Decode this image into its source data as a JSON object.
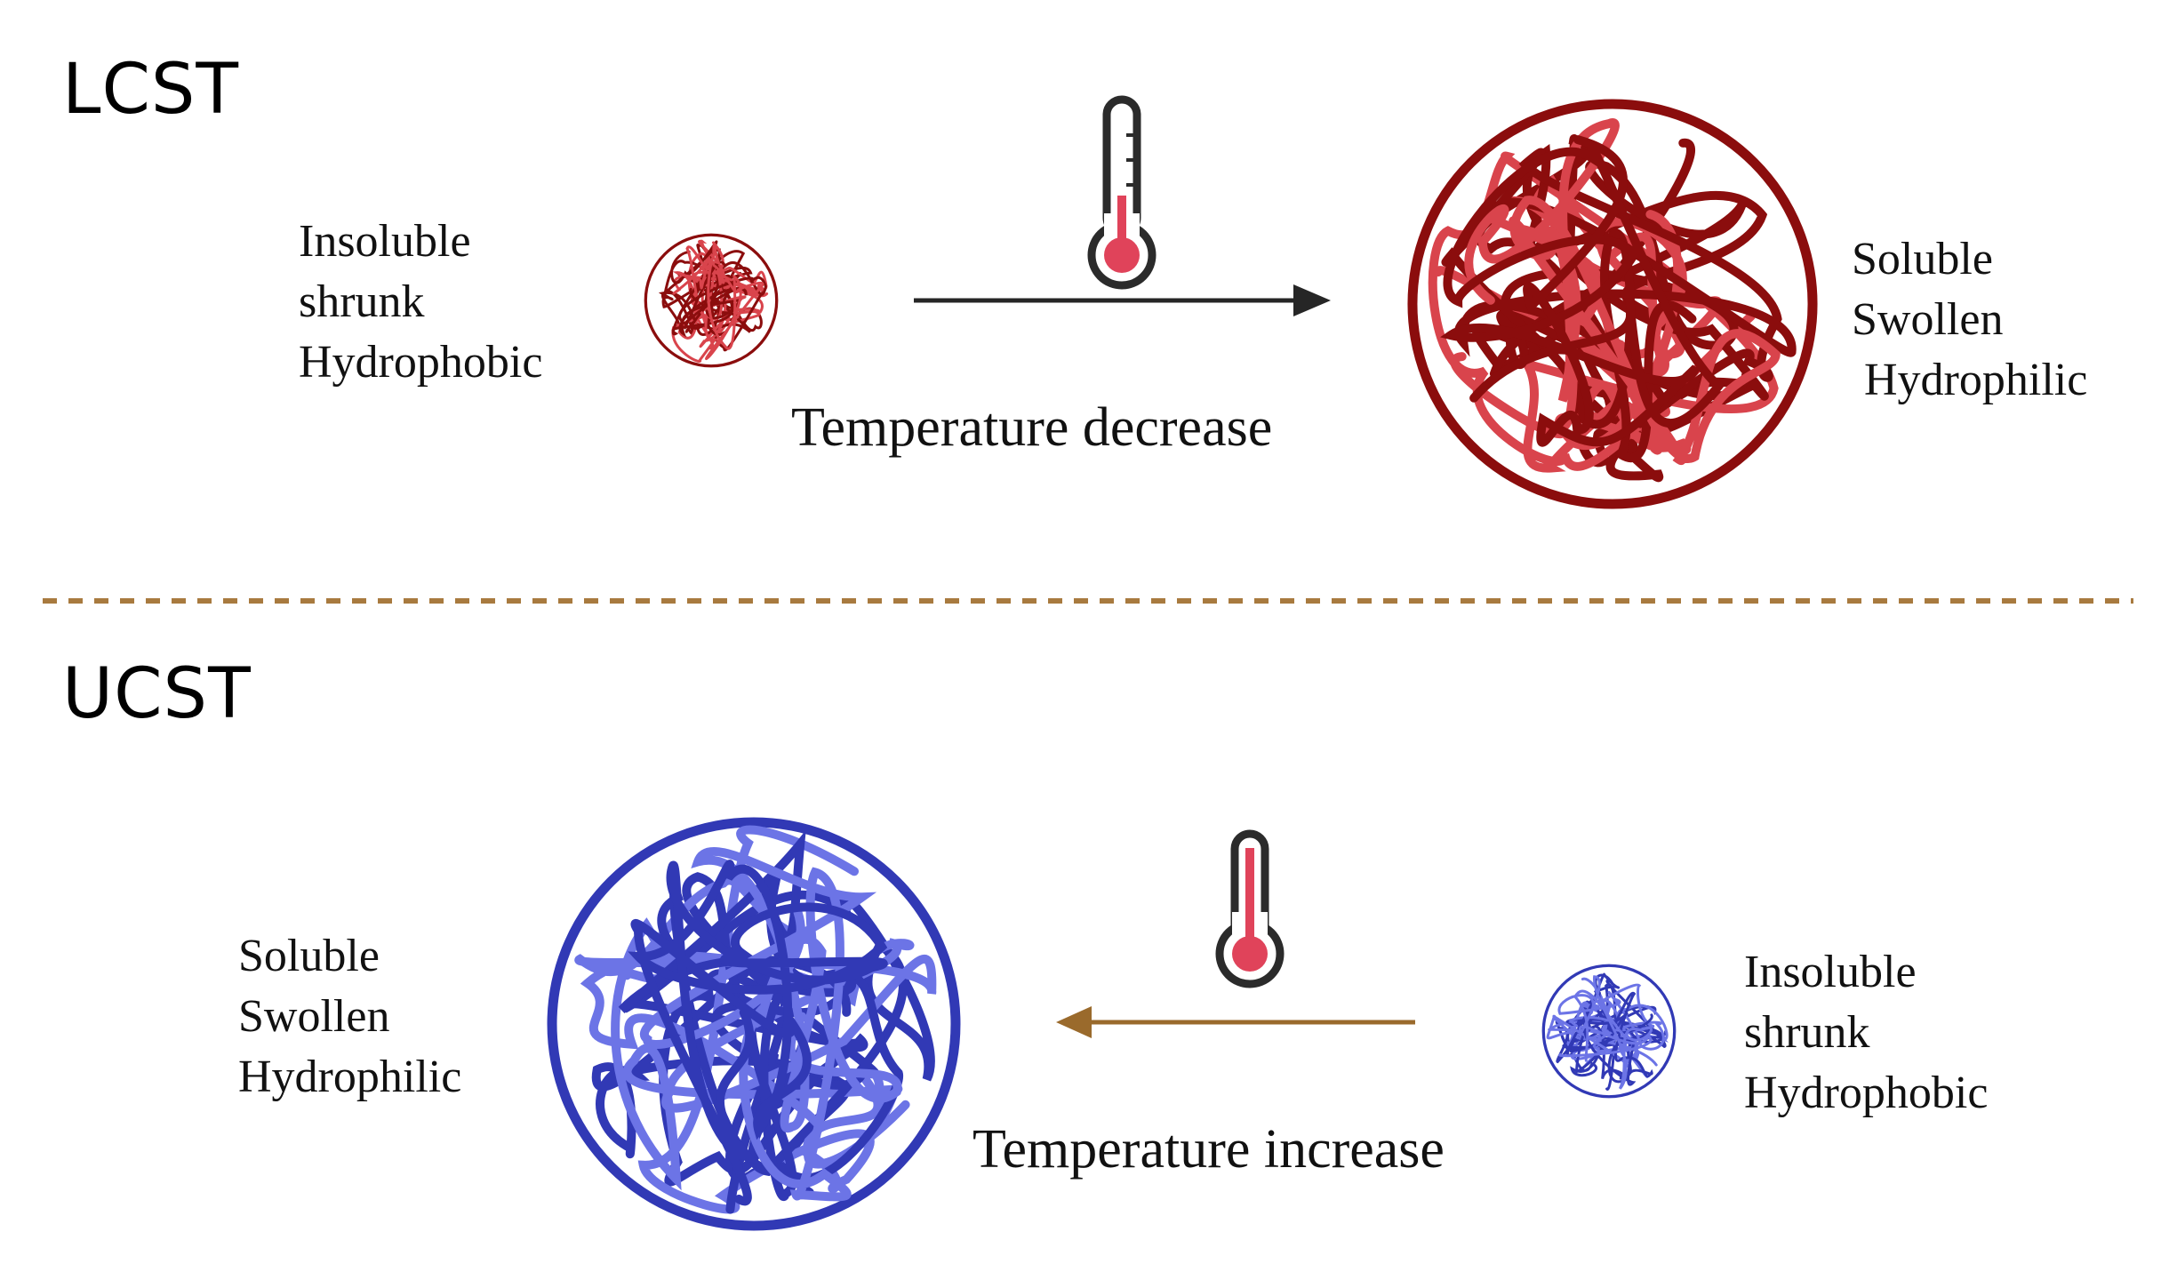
{
  "colors": {
    "lcst_dark": "#8b0d0d",
    "lcst_light": "#d9444c",
    "ucst_dark": "#3139b5",
    "ucst_light": "#6c74e6",
    "arrow_lcst": "#262626",
    "arrow_ucst": "#9a6a2c",
    "divider": "#a87a3f",
    "thermometer_fill": "#e0435a",
    "thermometer_outline": "#2b2b2b"
  },
  "lcst": {
    "title": "LCST",
    "left_state": {
      "line1": "Insoluble",
      "line2": "shrunk",
      "line3": "Hydrophobic"
    },
    "right_state": {
      "line1": "Soluble",
      "line2": "Swollen",
      "line3": "Hydrophilic"
    },
    "process": "Temperature decrease",
    "arrow_direction": "right",
    "thermometer_icon": "thermometer-icon-low"
  },
  "ucst": {
    "title": "UCST",
    "left_state": {
      "line1": "Soluble",
      "line2": "Swollen",
      "line3": "Hydrophilic"
    },
    "right_state": {
      "line1": "Insoluble",
      "line2": "shrunk",
      "line3": "Hydrophobic"
    },
    "process": "Temperature increase",
    "arrow_direction": "left",
    "thermometer_icon": "thermometer-icon-high"
  }
}
